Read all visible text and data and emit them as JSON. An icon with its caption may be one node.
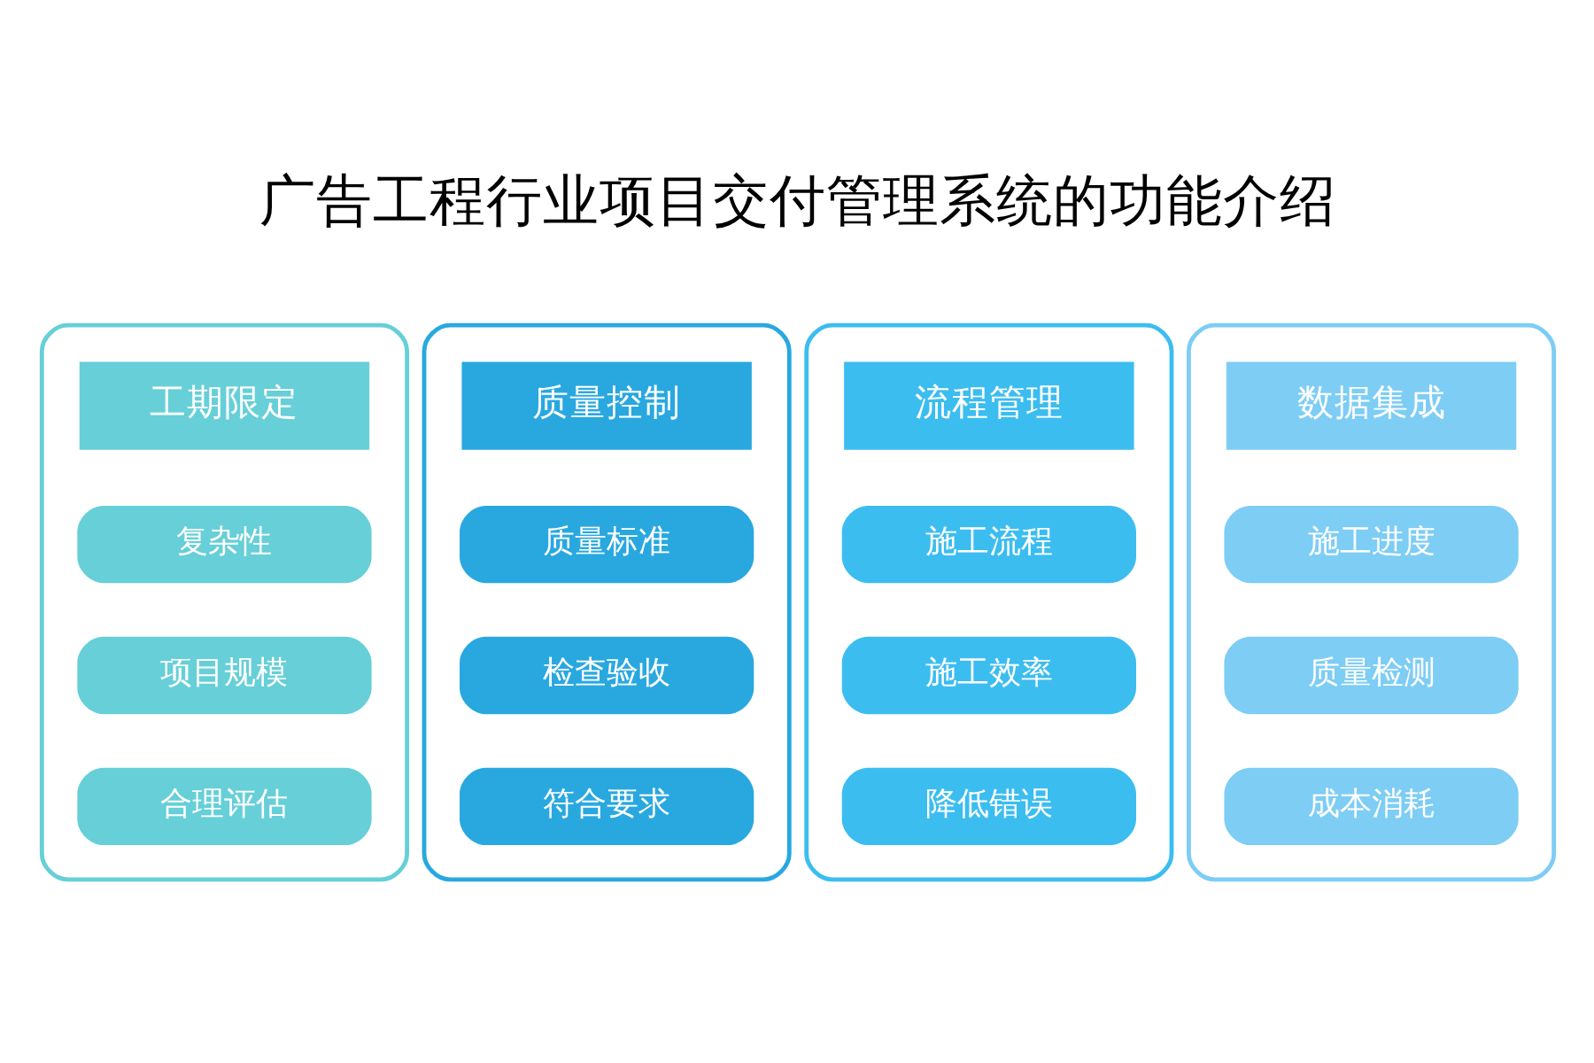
{
  "diagram": {
    "title": "广告工程行业项目交付管理系统的功能介绍",
    "nodes": [
      {
        "text": [],
        "shape": "box"
      },
      {
        "text": [
          "工期限定"
        ],
        "in": 0
      },
      {
        "text": [
          "复杂性"
        ],
        "in": 0
      },
      {
        "text": [
          "项目规模"
        ],
        "in": 0
      },
      {
        "text": [
          "合理评估"
        ],
        "in": 0
      },
      {
        "text": [],
        "shape": "box"
      },
      {
        "text": [
          "质量控制"
        ],
        "in": 5
      },
      {
        "text": [
          "质量标准"
        ],
        "in": 5
      },
      {
        "text": [
          "检查验收"
        ],
        "in": 5
      },
      {
        "text": [
          "符合要求"
        ],
        "in": 5
      },
      {
        "text": [],
        "shape": "box"
      },
      {
        "text": [
          "流程管理"
        ],
        "in": 10
      },
      {
        "text": [
          "施工流程"
        ],
        "in": 10
      },
      {
        "text": [
          "施工效率"
        ],
        "in": 10
      },
      {
        "text": [
          "降低错误"
        ],
        "in": 10
      },
      {
        "text": [],
        "shape": "box"
      },
      {
        "text": [
          "数据集成"
        ],
        "in": 15
      },
      {
        "text": [
          "施工进度"
        ],
        "in": 15
      },
      {
        "text": [
          "质量检测"
        ],
        "in": 15
      },
      {
        "text": [
          "成本消耗"
        ],
        "in": 15
      }
    ],
    "edges": []
  }
}
